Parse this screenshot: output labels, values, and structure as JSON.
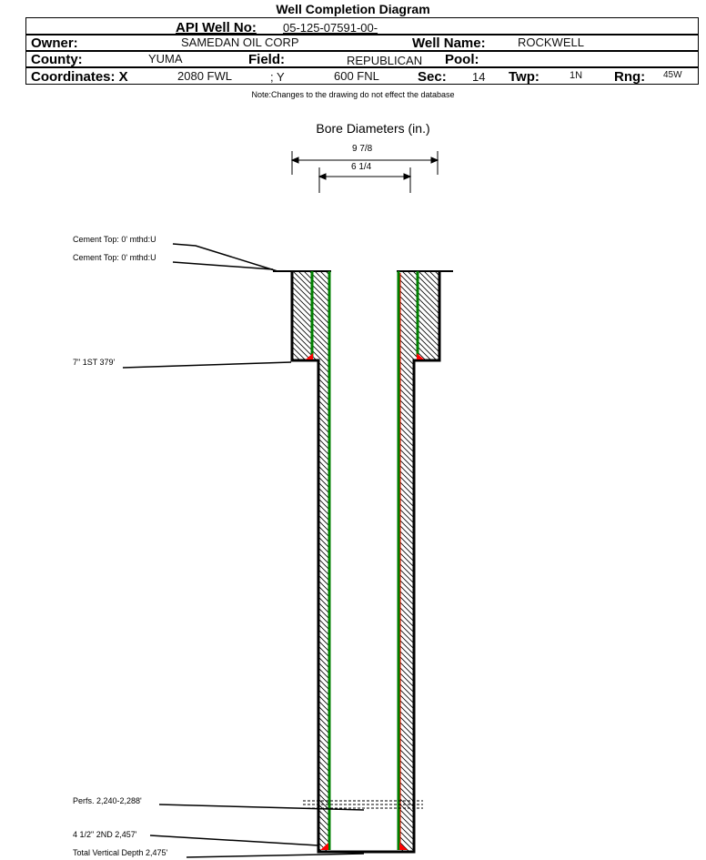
{
  "title": "Well Completion Diagram",
  "header": {
    "api_label": "API Well No:",
    "api_value": "05-125-07591-00-",
    "owner_label": "Owner:",
    "owner_value": "SAMEDAN OIL CORP",
    "well_name_label": "Well Name:",
    "well_name_value": "ROCKWELL",
    "county_label": "County:",
    "county_value": "YUMA",
    "field_label": "Field:",
    "field_value": "REPUBLICAN",
    "pool_label": "Pool:",
    "coords_label": "Coordinates: X",
    "x_value": "2080 FWL",
    "y_label": "; Y",
    "y_value": "600 FNL",
    "sec_label": "Sec:",
    "sec_value": "14",
    "twp_label": "Twp:",
    "twp_value": "1N",
    "rng_label": "Rng:",
    "rng_value": "45W"
  },
  "note": "Note:Changes to the drawing do not effect the database",
  "bore": {
    "title": "Bore Diameters (in.)",
    "outer": "9 7/8",
    "inner": "6 1/4"
  },
  "labels": {
    "cement1": "Cement Top: 0' mthd:U",
    "cement2": "Cement Top: 0' mthd:U",
    "casing1": "7\" 1ST 379'",
    "perfs": "Perfs. 2,240-2,288'",
    "casing2": "4 1/2\" 2ND 2,457'",
    "tvd": "Total Vertical Depth 2,475'"
  },
  "colors": {
    "casing": "#008000",
    "shoe": "#ff0000"
  }
}
